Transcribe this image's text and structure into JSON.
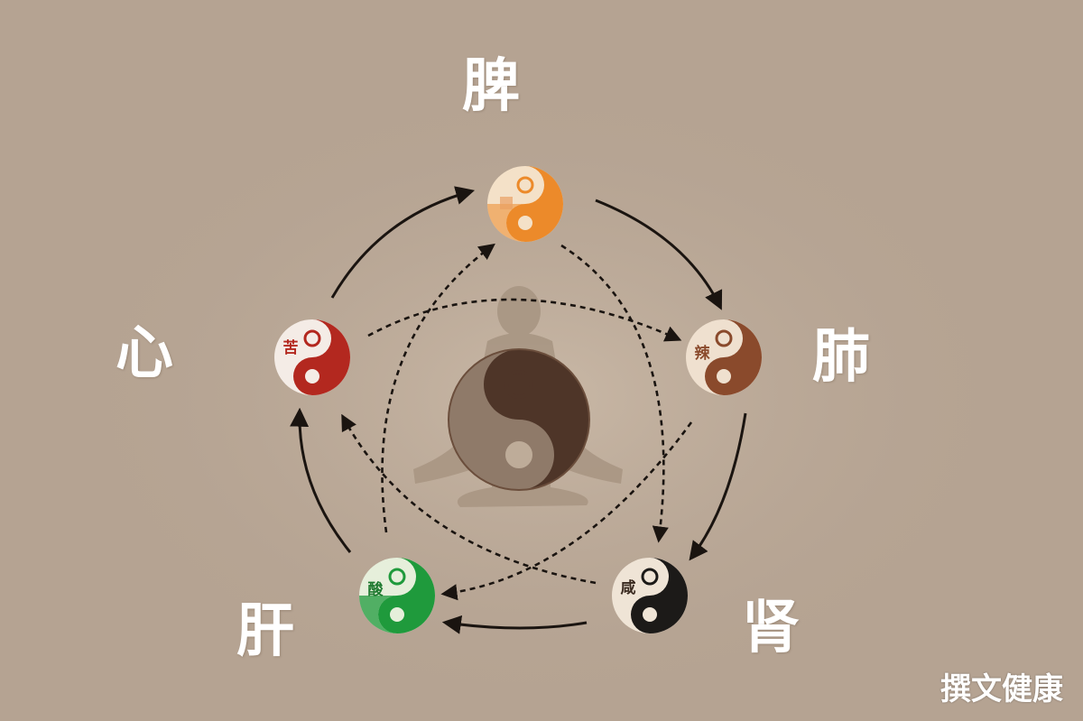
{
  "diagram": {
    "organs": {
      "spleen": "脾",
      "lung": "肺",
      "kidney": "肾",
      "liver": "肝",
      "heart": "心"
    },
    "tastes": {
      "spleen": "",
      "lung": "辣",
      "kidney": "咸",
      "liver": "酸",
      "heart": "苦"
    },
    "colors": {
      "background": "#b5a392",
      "spleen": "#ec8a2a",
      "lung": "#8a4a2c",
      "kidney": "#1c1a18",
      "liver": "#1f9a3c",
      "heart": "#b3281f",
      "center": "#4e3528",
      "arrow": "#1a1410"
    },
    "watermark": "撰文健康"
  }
}
